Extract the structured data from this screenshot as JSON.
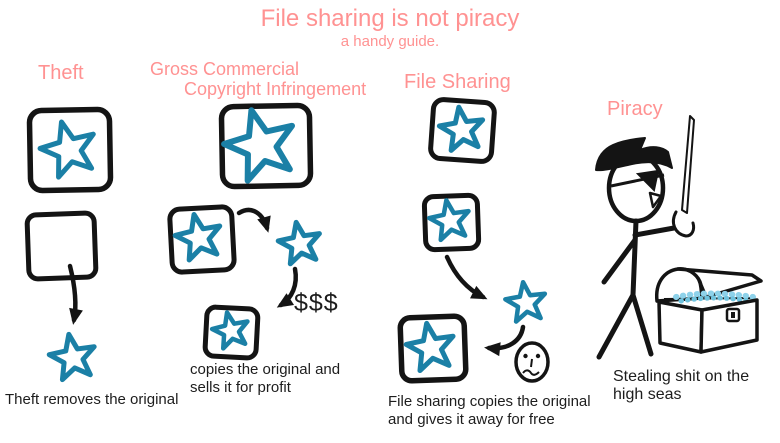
{
  "title": {
    "text": "File sharing is not piracy",
    "subtitle": "a handy guide."
  },
  "colors": {
    "accent_pink": "#ff9292",
    "star_teal": "#1b80a6",
    "ink_black": "#1d1d1d",
    "treasure_blue": "#8ed2ea"
  },
  "panels": {
    "theft": {
      "header": "Theft",
      "caption": "Theft removes the original"
    },
    "infringement": {
      "header_line1": "Gross Commercial",
      "header_line2": "Copyright Infringement",
      "money": "$$$",
      "caption_line1": "copies the original and",
      "caption_line2": "sells it for profit"
    },
    "file_sharing": {
      "header": "File Sharing",
      "caption_line1": "File sharing copies the original",
      "caption_line2": "and gives it away for free"
    },
    "piracy": {
      "header": "Piracy",
      "caption_line1": "Stealing shit on the",
      "caption_line2": "high seas"
    }
  }
}
